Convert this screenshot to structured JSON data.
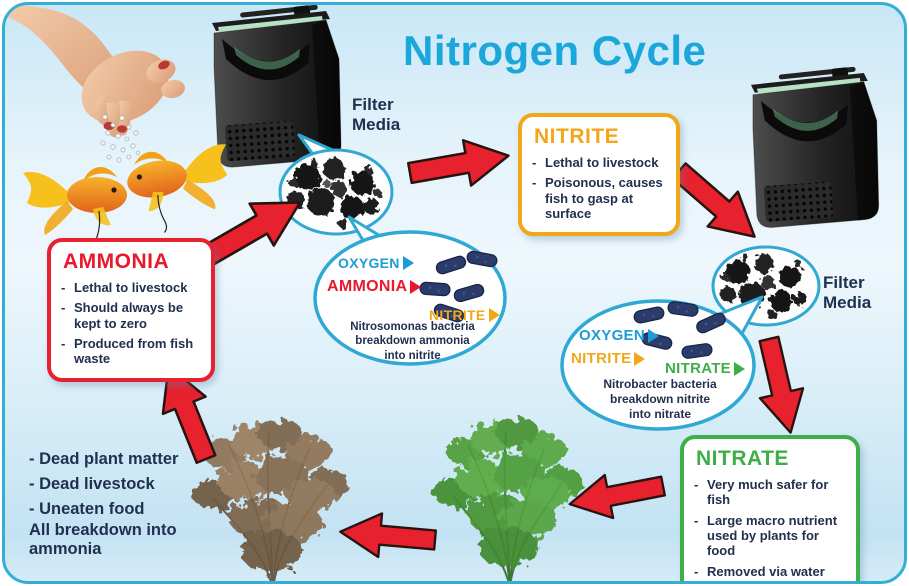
{
  "title": "Nitrogen Cycle",
  "ui": {
    "dash": "-"
  },
  "colors": {
    "title_blue": "#1ba7d9",
    "ammonia_red": "#e8192c",
    "nitrite_amber": "#f2a71b",
    "nitrate_green": "#3fae49",
    "body_text_navy": "#21304f",
    "arrow_red": "#e8212e",
    "bubble_border_cyan": "#2fa9d4",
    "bacteria_navy": "#2c3c6a"
  },
  "stages": {
    "ammonia": {
      "title": "AMMONIA",
      "items": [
        "Lethal to livestock",
        "Should always be kept to zero",
        "Produced from fish waste"
      ]
    },
    "nitrite": {
      "title": "NITRITE",
      "items": [
        "Lethal to livestock",
        "Poisonous, causes fish to gasp at surface"
      ]
    },
    "nitrate": {
      "title": "NITRATE",
      "items": [
        "Very much safer for fish",
        "Large macro nutrient used by plants for food",
        "Removed via water changes"
      ]
    }
  },
  "filter_media_labels": {
    "left": {
      "line1": "Filter",
      "line2": "Media"
    },
    "right": {
      "line1": "Filter",
      "line2": "Media"
    }
  },
  "bubbles": {
    "nitrosomonas": {
      "input1": "OXYGEN",
      "input2": "AMMONIA",
      "output": "NITRITE",
      "caption_lines": [
        "Nitrosomonas bacteria",
        "breakdown ammonia",
        "into nitrite"
      ]
    },
    "nitrobacter": {
      "input1": "OXYGEN",
      "input2": "NITRITE",
      "output": "NITRATE",
      "caption_lines": [
        "Nitrobacter bacteria",
        "breakdown nitrite",
        "into nitrate"
      ]
    }
  },
  "breakdown_note": {
    "items": [
      "- Dead plant matter",
      "- Dead livestock",
      "- Uneaten food"
    ],
    "footer_lines": [
      "All breakdown into",
      "ammonia"
    ]
  }
}
